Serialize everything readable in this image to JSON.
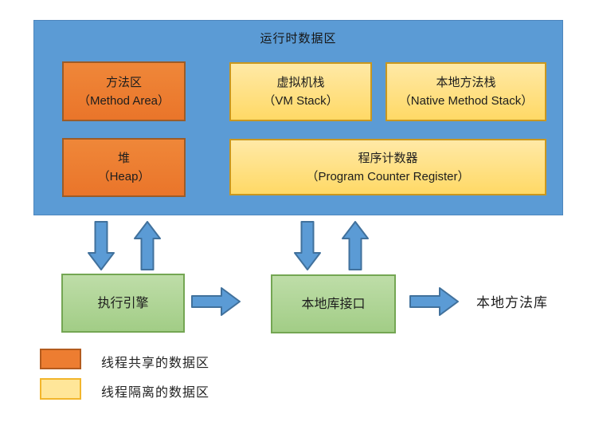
{
  "runtime_area": {
    "title": "运行时数据区",
    "boxes": {
      "method_area": {
        "name": "方法区",
        "en": "（Method Area）"
      },
      "vm_stack": {
        "name": "虚拟机栈",
        "en": "（VM Stack）"
      },
      "native_method_stack": {
        "name": "本地方法栈",
        "en": "（Native Method Stack）"
      },
      "heap": {
        "name": "堆",
        "en": "（Heap）"
      },
      "pc_register": {
        "name": "程序计数器",
        "en": "（Program Counter Register）"
      }
    }
  },
  "engine": {
    "label": "执行引擎"
  },
  "native_interface": {
    "label": "本地库接口"
  },
  "native_library": {
    "label": "本地方法库"
  },
  "legend": {
    "items": [
      {
        "label": "线程共享的数据区",
        "swatch_color": "#ED7D31",
        "meaning": "thread-shared data area"
      },
      {
        "label": "线程隔离的数据区",
        "swatch_color": "#FFE699",
        "meaning": "thread-isolated data area"
      }
    ]
  },
  "colors": {
    "container_blue": "#5B9BD5",
    "shared_orange": "#ED7D31",
    "isolated_yellow": "#FFD966",
    "green_fill": "#A9D18E",
    "green_border": "#70AD47",
    "arrow_fill": "#5B9BD5",
    "arrow_border": "#41719C"
  }
}
